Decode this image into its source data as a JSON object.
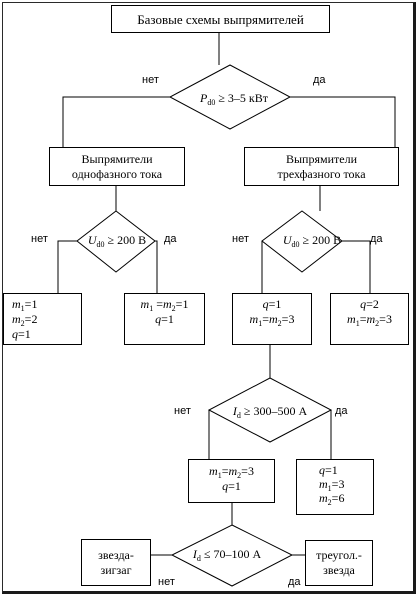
{
  "title": "Базовые схемы выпрямителей",
  "decision_1": {
    "left": "P",
    "sub": "d0",
    "right": " ≥ 3–5 кВт",
    "no": "нет",
    "yes": "да"
  },
  "single_phase": {
    "line1": "Выпрямители",
    "line2": "однофазного тока"
  },
  "three_phase": {
    "line1": "Выпрямители",
    "line2": "трехфазного тока"
  },
  "decision_2": {
    "left": "U",
    "sub": "d0",
    "right": " ≥ 200 В",
    "no": "нет",
    "yes": "да"
  },
  "decision_3": {
    "left": "U",
    "sub": "d0",
    "right": " ≥ 200 В",
    "no": "нет",
    "yes": "да"
  },
  "result_1": {
    "l1_var": "m",
    "l1_sub": "1",
    "l1_rest": "=1",
    "l2_var": "m",
    "l2_sub": "2",
    "l2_rest": "=2",
    "l3_var": "q",
    "l3_rest": "=1"
  },
  "result_2": {
    "l1_var_a": "m",
    "l1_sub_a": "1",
    "l1_mid": " =",
    "l1_var_b": "m",
    "l1_sub_b": "2",
    "l1_rest": "=1",
    "l2_var": "q",
    "l2_rest": "=1"
  },
  "result_3": {
    "l1_var": "q",
    "l1_rest": "=1",
    "l2_var_a": "m",
    "l2_sub_a": "1",
    "l2_mid": "=",
    "l2_var_b": "m",
    "l2_sub_b": "2",
    "l2_rest": "=3"
  },
  "result_4": {
    "l1_var": "q",
    "l1_rest": "=2",
    "l2_var_a": "m",
    "l2_sub_a": "1",
    "l2_mid": "=",
    "l2_var_b": "m",
    "l2_sub_b": "2",
    "l2_rest": "=3"
  },
  "decision_4": {
    "left": "I",
    "sub": "d",
    "right": " ≥ 300–500 А",
    "no": "нет",
    "yes": "да"
  },
  "result_5": {
    "l1_var_a": "m",
    "l1_sub_a": "1",
    "l1_mid": "=",
    "l1_var_b": "m",
    "l1_sub_b": "2",
    "l1_rest": "=3",
    "l2_var": "q",
    "l2_rest": "=1"
  },
  "result_6": {
    "l1_var": "q",
    "l1_rest": "=1",
    "l2_var": "m",
    "l2_sub": "1",
    "l2_rest": "=3",
    "l3_var": "m",
    "l3_sub": "2",
    "l3_rest": "=6"
  },
  "decision_5": {
    "left": "I",
    "sub": "d",
    "right": " ≤ 70–100 А",
    "no": "нет",
    "yes": "да"
  },
  "result_zigzag": {
    "line1": "звезда-",
    "line2": "зигзаг"
  },
  "result_delta": {
    "line1": "треугол.-",
    "line2": "звезда"
  }
}
